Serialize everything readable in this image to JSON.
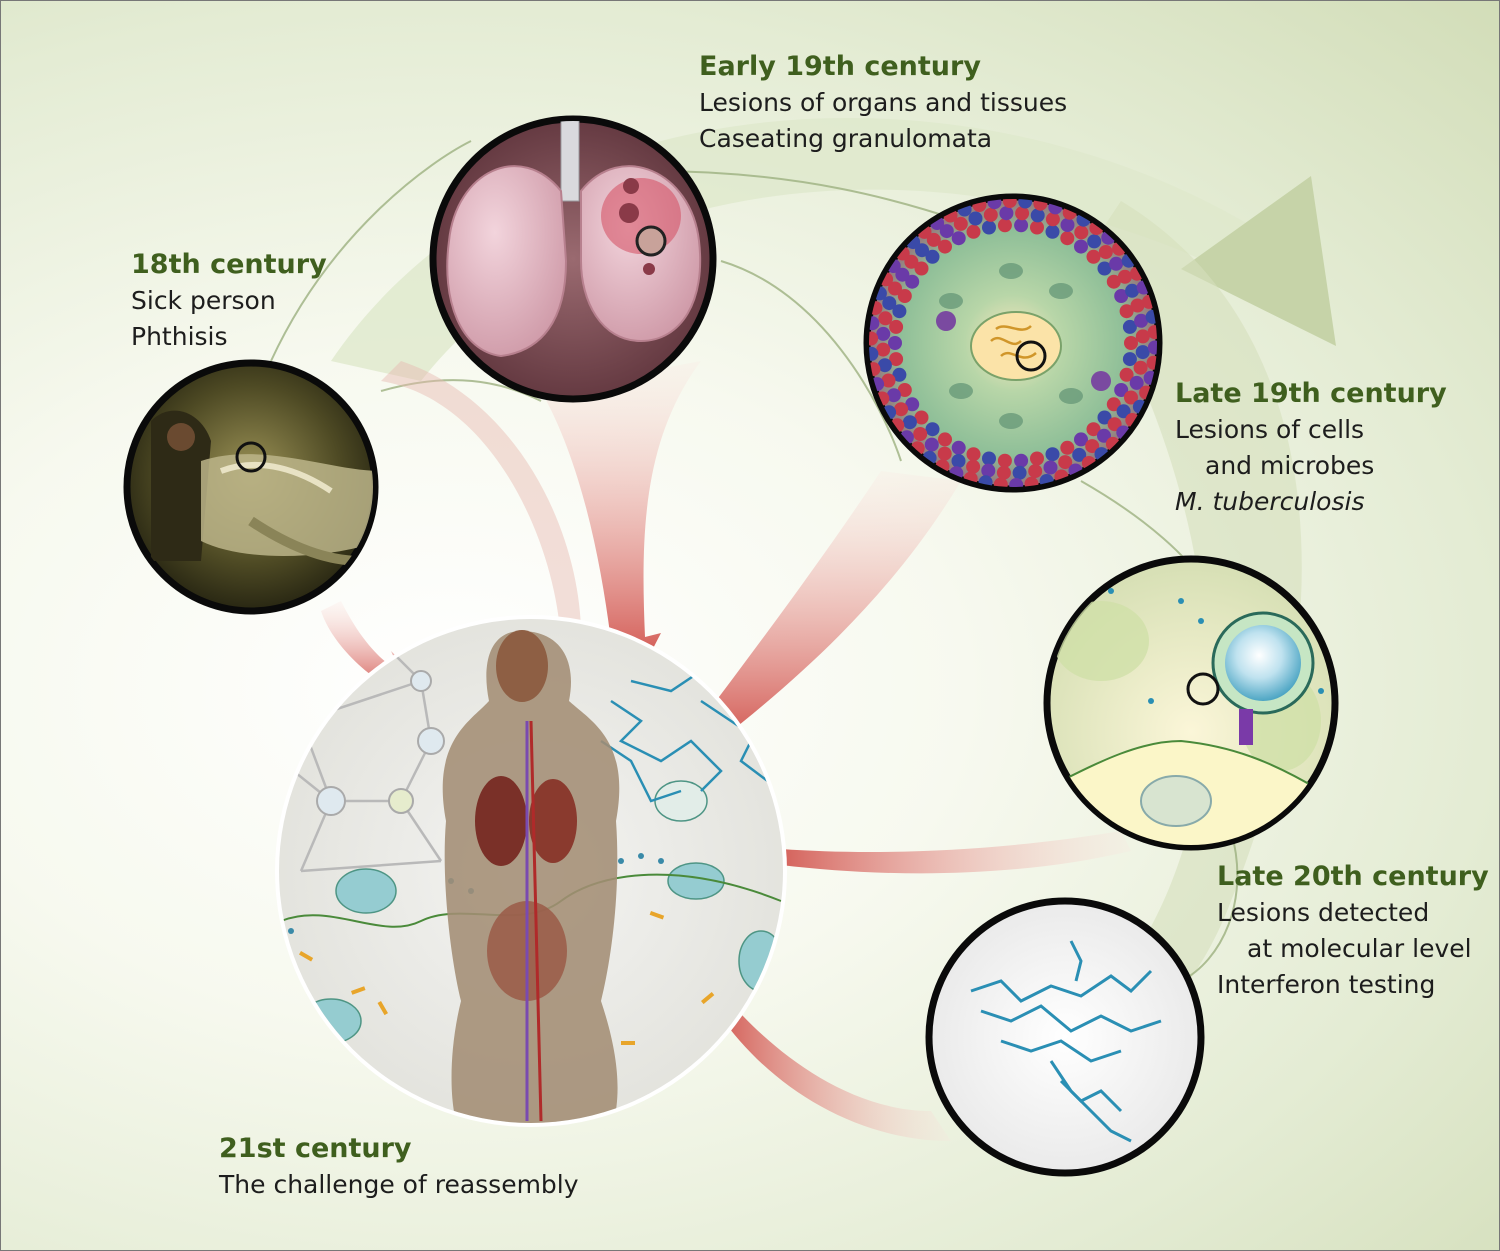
{
  "eras": {
    "c18": {
      "heading": "18th century",
      "lines": [
        "Sick person",
        "Phthisis"
      ]
    },
    "c19early": {
      "heading": "Early 19th century",
      "lines": [
        "Lesions of organs and tissues",
        "Caseating granulomata"
      ]
    },
    "c19late": {
      "heading": "Late 19th century",
      "lines": [
        "Lesions of cells",
        "and microbes",
        "M. tuberculosis"
      ]
    },
    "c20late": {
      "heading": "Late 20th century",
      "lines": [
        "Lesions detected",
        "at molecular level",
        "Interferon testing"
      ]
    },
    "c21": {
      "heading": "21st century",
      "lines": [
        "The challenge of reassembly"
      ]
    }
  },
  "colors": {
    "heading": "#3f5f1e",
    "arrow_red": "#c8322b",
    "big_arrow_green": "#c6d3a8",
    "ring": "#111111"
  },
  "icons": [
    "lungs-illustration",
    "painting-sick-person",
    "granuloma-cells",
    "lymphocyte-cell",
    "protein-molecule",
    "human-anatomy-figure"
  ]
}
